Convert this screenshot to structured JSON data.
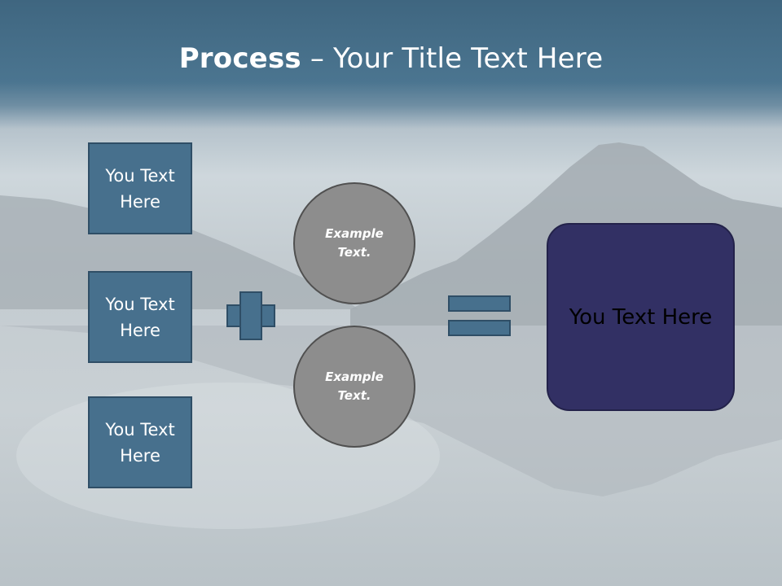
{
  "title": {
    "bold": "Process",
    "rest": " – Your Title Text Here"
  },
  "left_boxes": [
    {
      "label": "You Text Here"
    },
    {
      "label": "You Text Here"
    },
    {
      "label": "You Text Here"
    }
  ],
  "circles": [
    {
      "label": "Example Text."
    },
    {
      "label": "Example Text."
    }
  ],
  "result": {
    "label": "You Text Here"
  },
  "colors": {
    "box": "#47708d",
    "circle": "#8d8d8d",
    "result": "#323064",
    "title": "#ffffff"
  },
  "operators": [
    "plus-icon",
    "equals-icon"
  ]
}
